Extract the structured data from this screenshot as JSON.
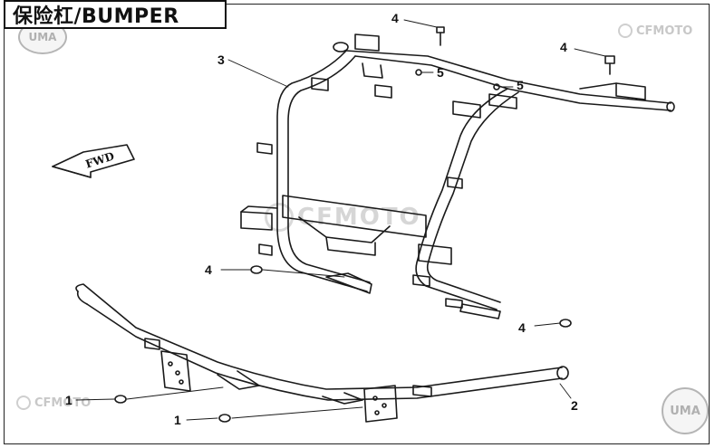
{
  "title": "保险杠/BUMPER",
  "watermarks": {
    "brand": "CFMOTO",
    "badge": "UMA"
  },
  "direction_label": "FWD",
  "callouts": {
    "c1_upper": "1",
    "c1_lower": "1",
    "c2": "2",
    "c3": "3",
    "c4_top": "4",
    "c4_top_right": "4",
    "c4_left": "4",
    "c4_right": "4",
    "c5_upper": "5",
    "c5_lower": "5"
  },
  "colors": {
    "line": "#1a1a1a",
    "watermark": "#c8c8c8"
  }
}
